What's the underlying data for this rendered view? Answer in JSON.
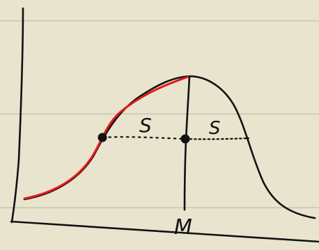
{
  "colors": {
    "paper": "#e8e4cd",
    "ruled_line": "#c7c5b2",
    "ink": "#111111",
    "highlight": "#e0191b"
  },
  "labels": {
    "left_distance": "S",
    "right_distance": "S",
    "mean": "M"
  }
}
